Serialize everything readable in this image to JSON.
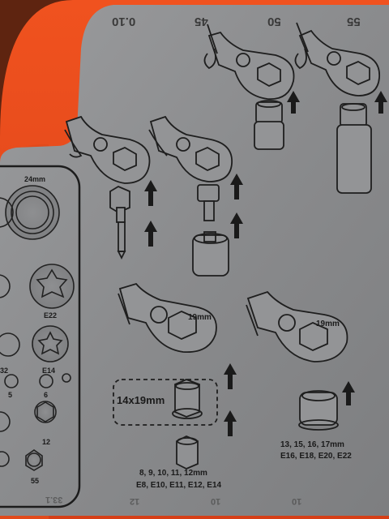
{
  "top_size_marks": [
    "0.10",
    "45",
    "50",
    "55"
  ],
  "bottom_marks": [
    "33.1",
    "12",
    "10",
    "10"
  ],
  "tray_left_labels": {
    "size_24": "24mm",
    "e22": "E22",
    "e14": "E14",
    "n32": "32",
    "n5": "5",
    "n6": "6",
    "n12": "12",
    "n55": "55"
  },
  "wrench_labels": {
    "lower_left_size": "19mm",
    "lower_right_size": "19mm",
    "boxed_size": "14x19mm"
  },
  "caption_left": {
    "line1": "8, 9, 10, 11, 12mm",
    "line2": "E8, E10, E11, E12, E14"
  },
  "caption_right": {
    "line1": "13, 15, 16, 17mm",
    "line2": "E16, E18, E20, E22"
  },
  "colors": {
    "case_orange": "#e8471c",
    "panel_gray": "#8c8d8f",
    "line_dark": "#2a2a2a",
    "background_dark": "#6b2a12"
  }
}
